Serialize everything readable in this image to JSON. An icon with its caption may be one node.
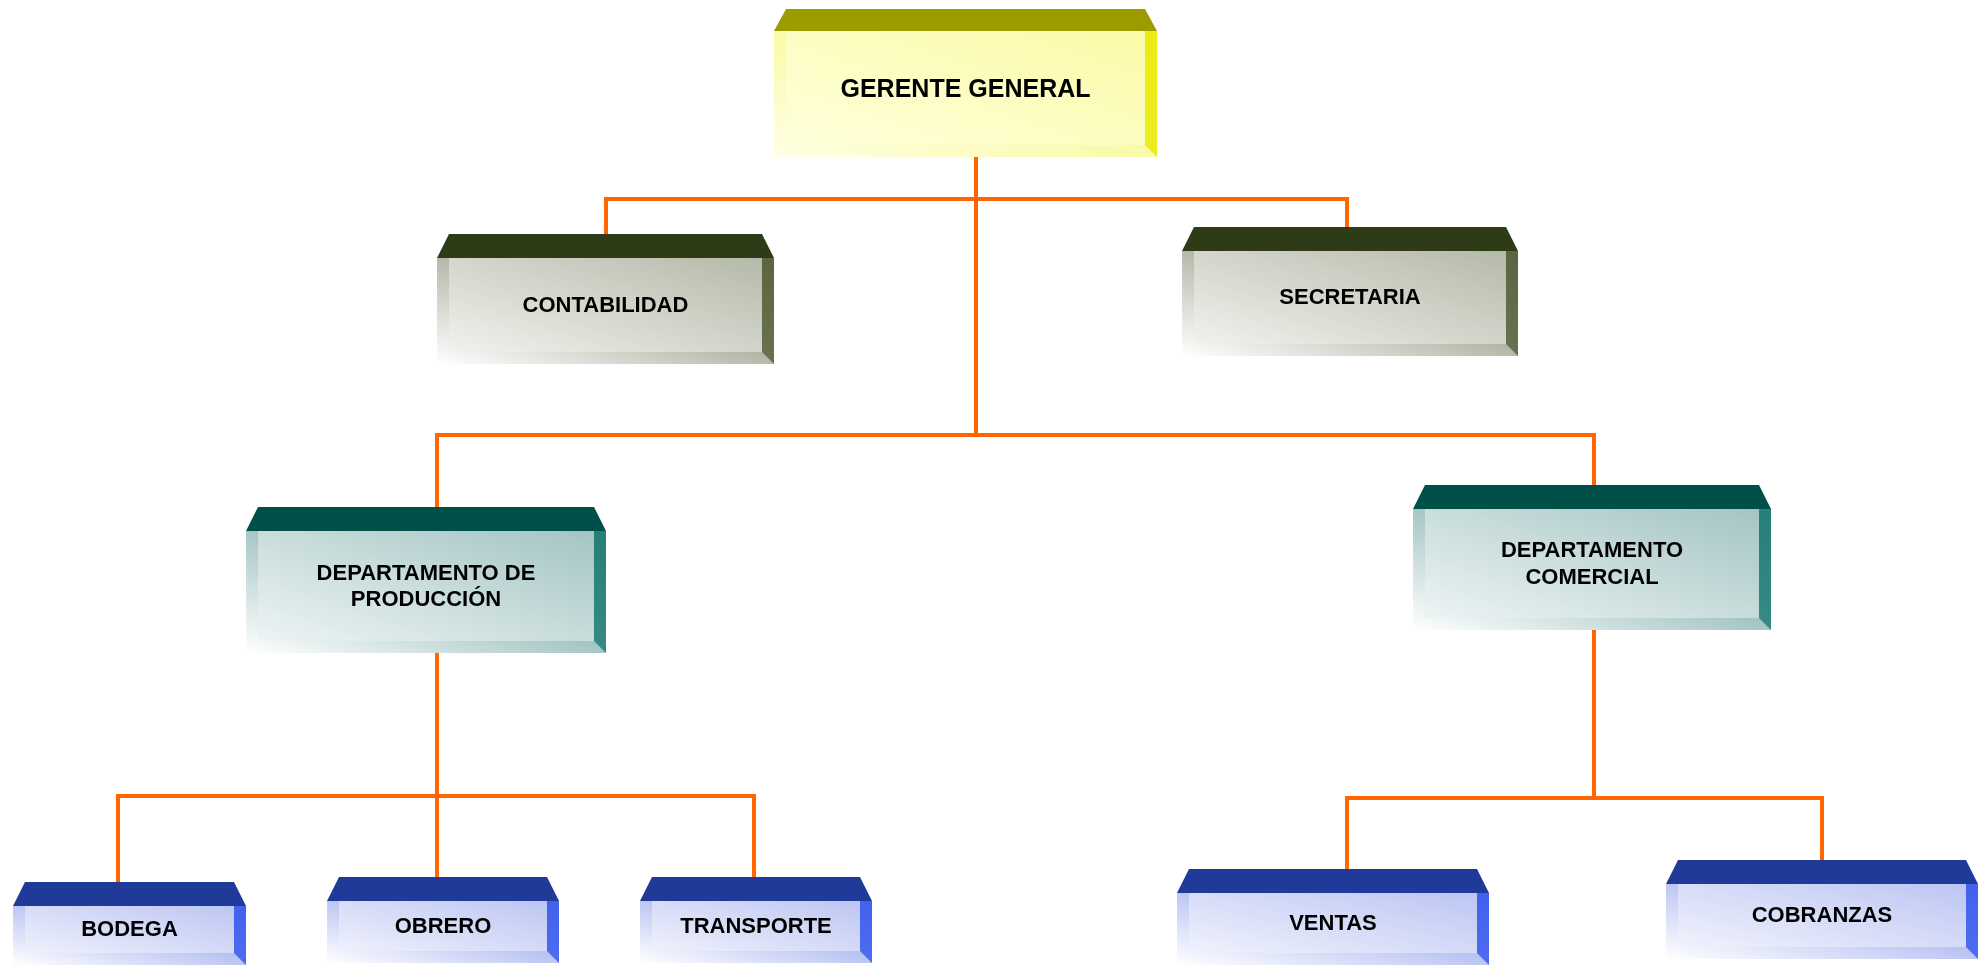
{
  "diagram": {
    "nodes": [
      {
        "text": [
          "GERENTE GENERAL"
        ]
      },
      {
        "text": [
          "CONTABILIDAD"
        ]
      },
      {
        "text": [
          "SECRETARIA"
        ]
      },
      {
        "text": [
          "DEPARTAMENTO DE PRODUCCIÓN"
        ]
      },
      {
        "text": [
          "DEPARTAMENTO COMERCIAL"
        ]
      },
      {
        "text": [
          "BODEGA"
        ]
      },
      {
        "text": [
          "OBRERO"
        ]
      },
      {
        "text": [
          "TRANSPORTE"
        ]
      },
      {
        "text": [
          "VENTAS"
        ]
      },
      {
        "text": [
          "COBRANZAS"
        ]
      }
    ],
    "edges": [
      {
        "from": 0,
        "to": 1,
        "arrow": "none"
      },
      {
        "from": 0,
        "to": 2,
        "arrow": "none"
      },
      {
        "from": 0,
        "to": 3,
        "arrow": "none"
      },
      {
        "from": 0,
        "to": 4,
        "arrow": "none"
      },
      {
        "from": 3,
        "to": 5,
        "arrow": "none"
      },
      {
        "from": 3,
        "to": 6,
        "arrow": "none"
      },
      {
        "from": 3,
        "to": 7,
        "arrow": "none"
      },
      {
        "from": 4,
        "to": 8,
        "arrow": "none"
      },
      {
        "from": 4,
        "to": 9,
        "arrow": "none"
      }
    ]
  }
}
